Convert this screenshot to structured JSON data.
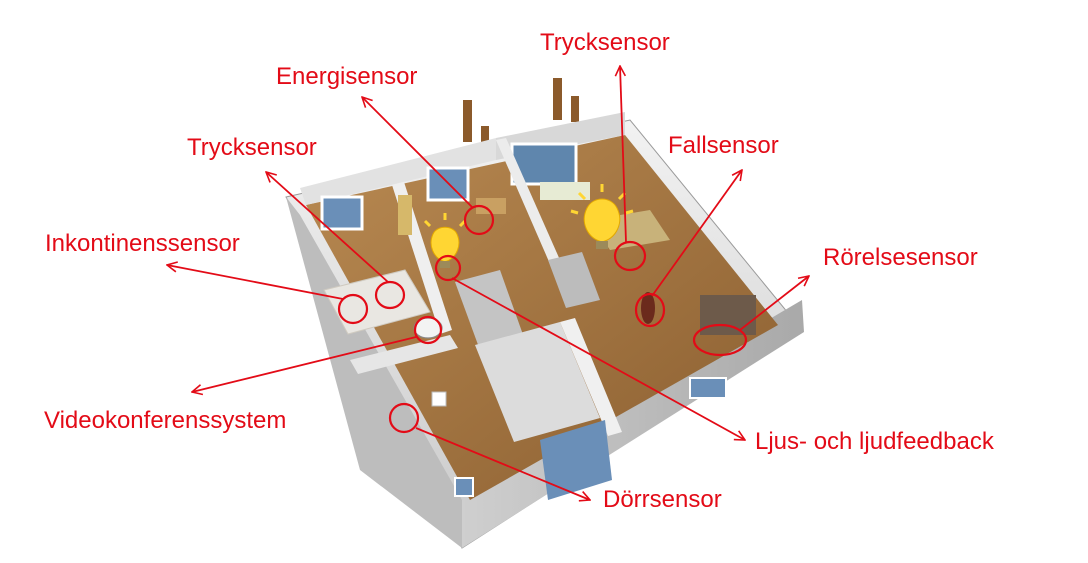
{
  "diagram": {
    "accent_color": "#e30b17",
    "bulb_color": "#ffd633",
    "labels": {
      "energisensor": "Energisensor",
      "trycksensor_top": "Trycksensor",
      "trycksensor_left": "Trycksensor",
      "fallsensor": "Fallsensor",
      "inkontinenssensor": "Inkontinenssensor",
      "rorelsesensor": "Rörelsesensor",
      "videokonferenssystem": "Videokonferenssystem",
      "ljus_och_ljudfeedback": "Ljus- och ljudfeedback",
      "dorrsensor": "Dörrsensor"
    }
  }
}
